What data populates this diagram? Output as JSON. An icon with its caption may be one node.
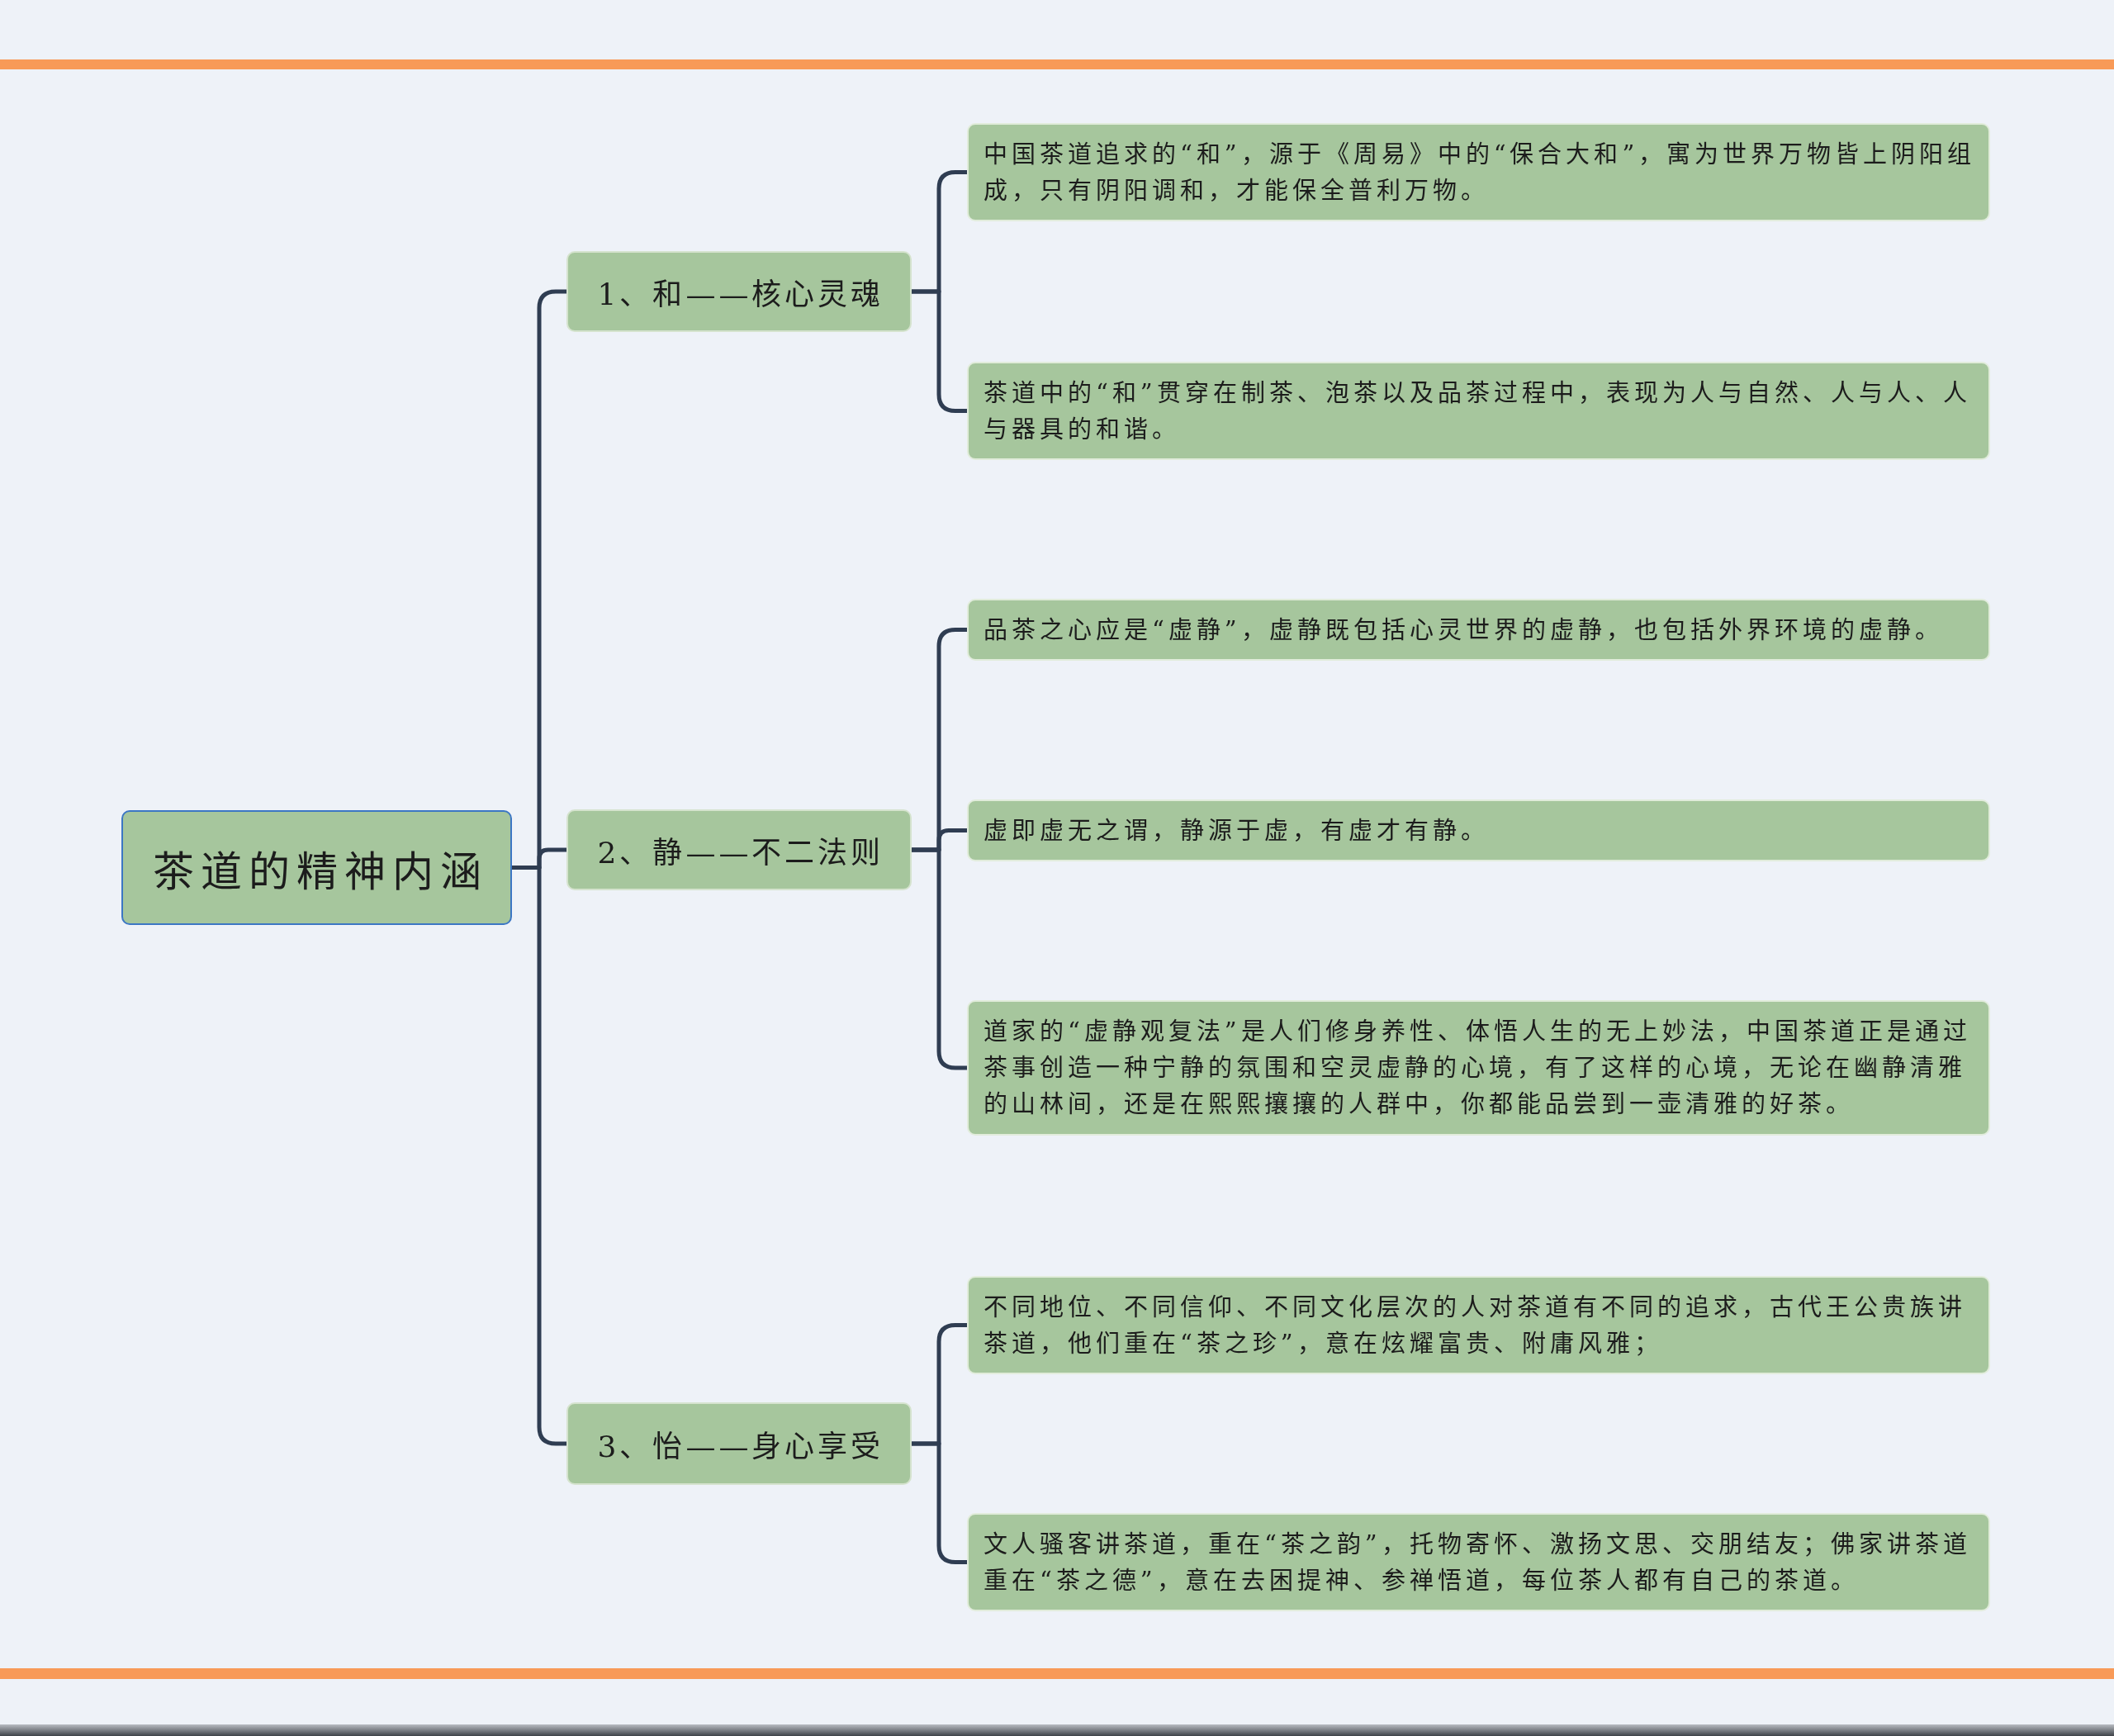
{
  "diagram": {
    "nodes": [
      {
        "text": [
          "茶道的精神内涵"
        ]
      },
      {
        "text": [
          "1、和——核心灵魂"
        ]
      },
      {
        "text": [
          "中国茶道追求的“和”，源于《周易》中的“保合大和”，寓为世界万物皆上阴阳组成，只有阴阳调和，才能保全普利万物。"
        ]
      },
      {
        "text": [
          "茶道中的“和”贯穿在制茶、泡茶以及品茶过程中，表现为人与自然、人与人、人与器具的和谐。"
        ]
      },
      {
        "text": [
          "2、静——不二法则"
        ]
      },
      {
        "text": [
          "品茶之心应是“虚静”，虚静既包括心灵世界的虚静，也包括外界环境的虚静。"
        ]
      },
      {
        "text": [
          "虚即虚无之谓，静源于虚，有虚才有静。"
        ]
      },
      {
        "text": [
          "道家的“虚静观复法”是人们修身养性、体悟人生的无上妙法，中国茶道正是通过茶事创造一种宁静的氛围和空灵虚静的心境，有了这样的心境，无论在幽静清雅的山林间，还是在熙熙攘攘的人群中，你都能品尝到一壶清雅的好茶。"
        ]
      },
      {
        "text": [
          "3、怡——身心享受"
        ]
      },
      {
        "text": [
          "不同地位、不同信仰、不同文化层次的人对茶道有不同的追求，古代王公贵族讲茶道，他们重在“茶之珍”，意在炫耀富贵、附庸风雅；"
        ]
      },
      {
        "text": [
          "文人骚客讲茶道，重在“茶之韵”，托物寄怀、激扬文思、交朋结友；佛家讲茶道重在“茶之德”，意在去困提神、参禅悟道，每位茶人都有自己的茶道。"
        ]
      }
    ],
    "edges": [
      {
        "from": 0,
        "to": 1,
        "arrow": "none"
      },
      {
        "from": 1,
        "to": 2,
        "arrow": "none"
      },
      {
        "from": 1,
        "to": 3,
        "arrow": "none"
      },
      {
        "from": 0,
        "to": 4,
        "arrow": "none"
      },
      {
        "from": 4,
        "to": 5,
        "arrow": "none"
      },
      {
        "from": 4,
        "to": 6,
        "arrow": "none"
      },
      {
        "from": 4,
        "to": 7,
        "arrow": "none"
      },
      {
        "from": 0,
        "to": 8,
        "arrow": "none"
      },
      {
        "from": 8,
        "to": 9,
        "arrow": "none"
      },
      {
        "from": 8,
        "to": 10,
        "arrow": "none"
      }
    ]
  }
}
